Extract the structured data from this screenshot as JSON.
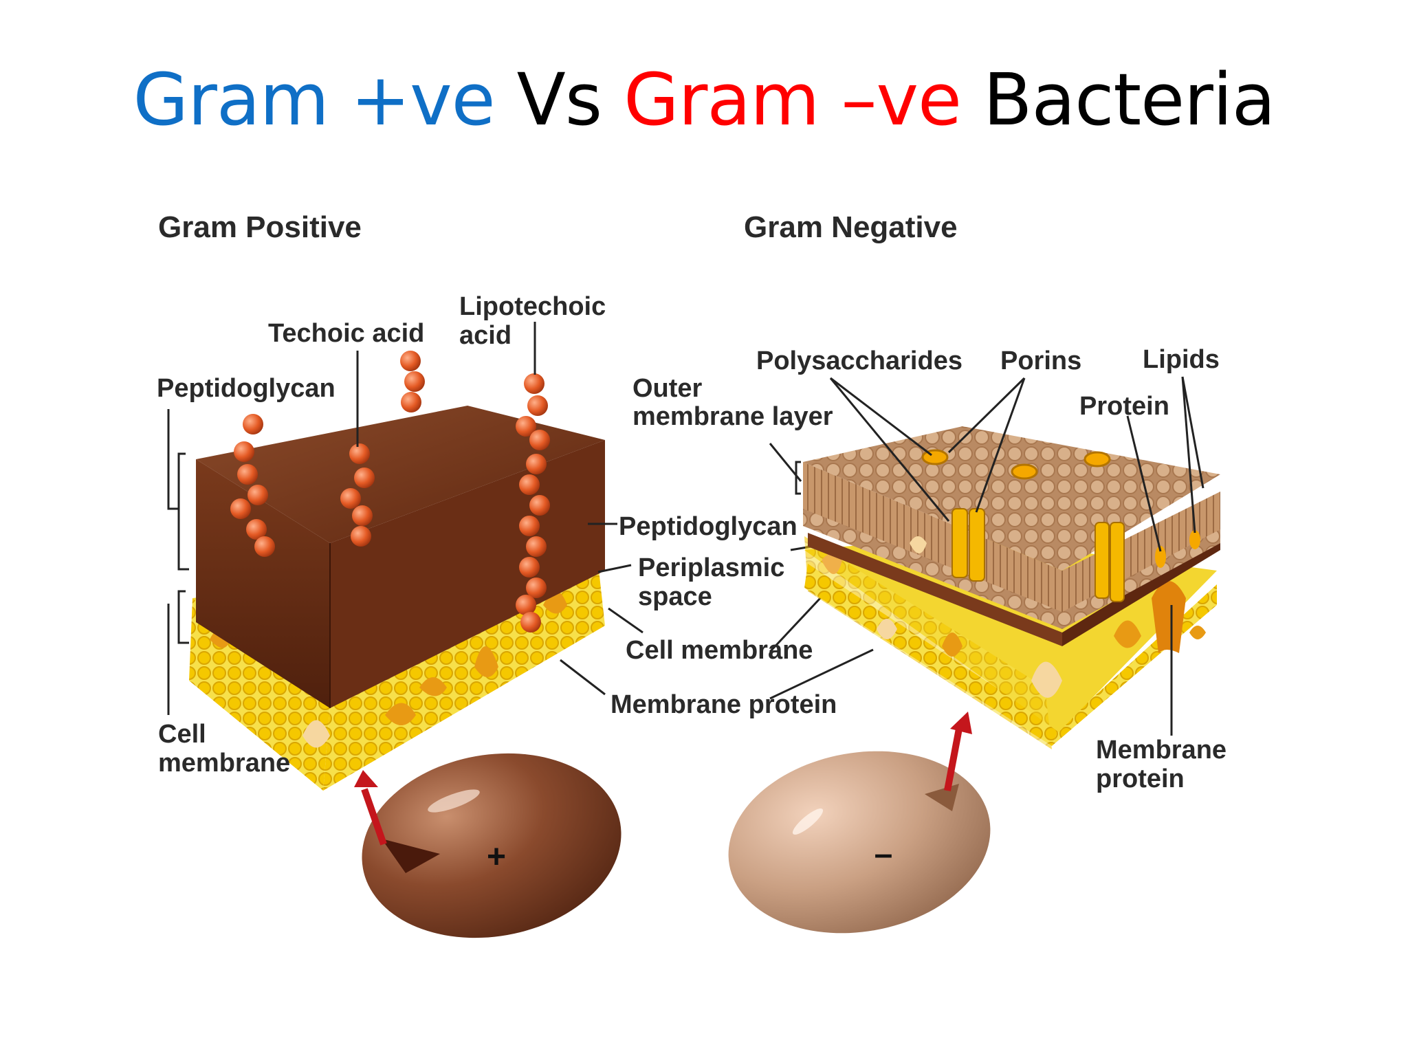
{
  "title": {
    "gram_pos": "Gram +ve",
    "vs": "Vs",
    "gram_neg": "Gram –ve",
    "bacteria": "Bacteria"
  },
  "positive": {
    "heading": "Gram Positive",
    "labels": {
      "techoic": "Techoic acid",
      "lipotechoic_1": "Lipotechoic",
      "lipotechoic_2": "acid",
      "peptidoglycan": "Peptidoglycan",
      "cell_membrane_1": "Cell",
      "cell_membrane_2": "membrane"
    },
    "cell_sign": "+"
  },
  "middle": {
    "peptidoglycan": "Peptidoglycan",
    "periplasmic_1": "Periplasmic",
    "periplasmic_2": "space",
    "cell_membrane": "Cell membrane",
    "membrane_protein": "Membrane protein"
  },
  "negative": {
    "heading": "Gram Negative",
    "labels": {
      "outer_1": "Outer",
      "outer_2": "membrane layer",
      "polysaccharides": "Polysaccharides",
      "porins": "Porins",
      "lipids": "Lipids",
      "protein": "Protein",
      "membrane_protein_1": "Membrane",
      "membrane_protein_2": "protein"
    },
    "cell_sign": "–"
  },
  "colors": {
    "title_blue": "#0f6fc6",
    "title_red": "#ff0000",
    "wall_brown": "#6b2d14",
    "membrane_yellow": "#f5d21a",
    "bead_orange": "#e05a2a",
    "protein_orange": "#e8920f"
  }
}
